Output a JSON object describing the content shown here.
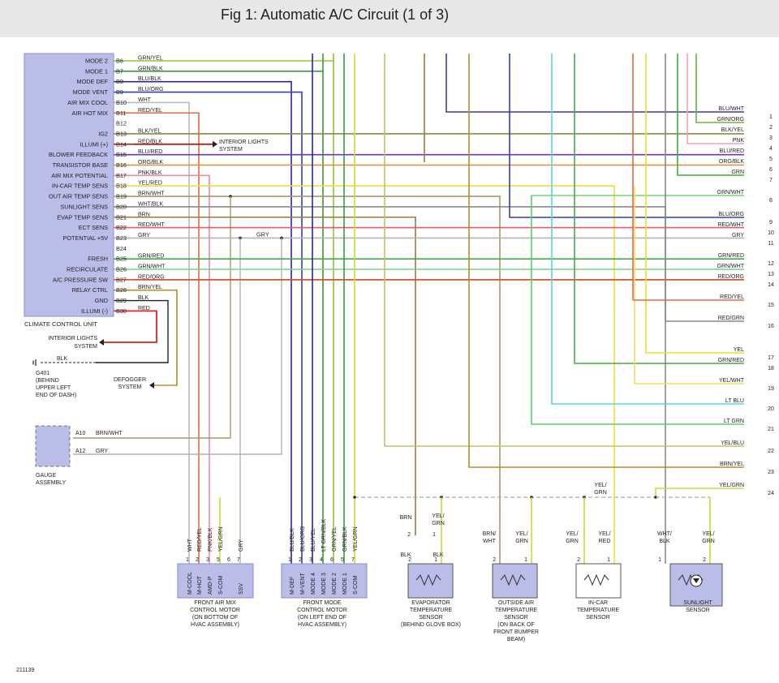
{
  "title": "Fig 1: Automatic A/C Circuit (1 of 3)",
  "figure_id": "211139",
  "colors": {
    "GRN/YEL": "#88c832",
    "GRN/BLK": "#3a9a3a",
    "BLU/BLK": "#27279a",
    "BLU/ORG": "#2f3fc0",
    "WHT": "#bbbbbb",
    "RED/YEL": "#e06a3c",
    "BLK/YEL": "#8a8a4a",
    "RED/BLK": "#b32222",
    "BLU/RED": "#6a3ab0",
    "ORG/BLK": "#e08a3a",
    "PNK/BLK": "#e58cac",
    "YEL/RED": "#f2d94a",
    "BRN/WHT": "#a89a6a",
    "WHT/BLK": "#8a8a8a",
    "BRN": "#9a7a3a",
    "RED/WHT": "#e85a6a",
    "GRY": "#b4b4b4",
    "GRN/RED": "#4aa84a",
    "GRN/WHT": "#7ad07a",
    "RED/ORG": "#e0502a",
    "BRN/YEL": "#b2922a",
    "BLK": "#222222",
    "RED": "#dd2222",
    "YEL": "#eedd22",
    "BLU/WHT": "#3a3aa8",
    "GRN/ORG": "#6ab83a",
    "PNK": "#f2a0c0",
    "GRN": "#3ab03a",
    "YEL/WHT": "#eee060",
    "LT BLU": "#5ad6dc",
    "LT GRN": "#5ad06a",
    "YEL/BLU": "#c8c060",
    "YEL/GRN": "#c8dc3a",
    "LT GRN/BLK": "#3aaa3a",
    "GRN/BLK2": "#3a8a3a"
  },
  "ccu": {
    "label": "CLIMATE CONTROL UNIT",
    "pins": [
      {
        "name": "MODE 2",
        "pin": "B6",
        "wire": "GRN/YEL"
      },
      {
        "name": "MODE 1",
        "pin": "B7",
        "wire": "GRN/BLK"
      },
      {
        "name": "MODE DEF",
        "pin": "B8",
        "wire": "BLU/BLK"
      },
      {
        "name": "MODE VENT",
        "pin": "B9",
        "wire": "BLU/ORG"
      },
      {
        "name": "AIR MIX COOL",
        "pin": "B10",
        "wire": "WHT"
      },
      {
        "name": "AIR HOT MIX",
        "pin": "B11",
        "wire": "RED/YEL"
      },
      {
        "name": "",
        "pin": "B12",
        "wire": ""
      },
      {
        "name": "IG2",
        "pin": "B13",
        "wire": "BLK/YEL"
      },
      {
        "name": "ILLUMI (+)",
        "pin": "B14",
        "wire": "RED/BLK"
      },
      {
        "name": "BLOWER FEEDBACK",
        "pin": "B15",
        "wire": "BLU/RED"
      },
      {
        "name": "TRANSISTOR BASE",
        "pin": "B16",
        "wire": "ORG/BLK"
      },
      {
        "name": "AIR MIX POTENTIAL",
        "pin": "B17",
        "wire": "PNK/BLK"
      },
      {
        "name": "IN-CAR TEMP SENS",
        "pin": "B18",
        "wire": "YEL/RED"
      },
      {
        "name": "OUT AIR TEMP SENS",
        "pin": "B19",
        "wire": "BRN/WHT"
      },
      {
        "name": "SUNLIGHT SENS",
        "pin": "B20",
        "wire": "WHT/BLK"
      },
      {
        "name": "EVAP TEMP SENS",
        "pin": "B21",
        "wire": "BRN"
      },
      {
        "name": "ECT SENS",
        "pin": "B22",
        "wire": "RED/WHT"
      },
      {
        "name": "POTENTIAL +5V",
        "pin": "B23",
        "wire": "GRY"
      },
      {
        "name": "",
        "pin": "B24",
        "wire": ""
      },
      {
        "name": "FRESH",
        "pin": "B25",
        "wire": "GRN/RED"
      },
      {
        "name": "RECIRCULATE",
        "pin": "B26",
        "wire": "GRN/WHT"
      },
      {
        "name": "A/C PRESSURE SW",
        "pin": "B27",
        "wire": "RED/ORG"
      },
      {
        "name": "RELAY CTRL",
        "pin": "B28",
        "wire": "BRN/YEL"
      },
      {
        "name": "GND",
        "pin": "B29",
        "wire": "BLK"
      },
      {
        "name": "ILLUMI (-)",
        "pin": "B30",
        "wire": "RED"
      }
    ]
  },
  "right_terminals": [
    {
      "num": "1",
      "wire": "BLU/WHT"
    },
    {
      "num": "2",
      "wire": "GRN/ORG"
    },
    {
      "num": "3",
      "wire": "BLK/YEL"
    },
    {
      "num": "4",
      "wire": "PNK"
    },
    {
      "num": "5",
      "wire": "BLU/RED"
    },
    {
      "num": "6",
      "wire": "ORG/BLK"
    },
    {
      "num": "7",
      "wire": "GRN"
    },
    {
      "num": "8",
      "wire": "GRN/WHT"
    },
    {
      "num": "9",
      "wire": "BLU/ORG"
    },
    {
      "num": "10",
      "wire": "RED/WHT"
    },
    {
      "num": "11",
      "wire": "GRY"
    },
    {
      "num": "12",
      "wire": "GRN/RED"
    },
    {
      "num": "13",
      "wire": "GRN/WHT"
    },
    {
      "num": "14",
      "wire": "RED/ORG"
    },
    {
      "num": "15",
      "wire": "RED/YEL"
    },
    {
      "num": "16",
      "wire": "RED/GRN"
    },
    {
      "num": "17",
      "wire": "YEL"
    },
    {
      "num": "18",
      "wire": "GRN/RED"
    },
    {
      "num": "19",
      "wire": "YEL/WHT"
    },
    {
      "num": "20",
      "wire": "LT BLU"
    },
    {
      "num": "21",
      "wire": "LT GRN"
    },
    {
      "num": "22",
      "wire": "YEL/BLU"
    },
    {
      "num": "23",
      "wire": "BRN/YEL"
    },
    {
      "num": "24",
      "wire": "YEL/GRN"
    }
  ],
  "labels": {
    "interior_lights_1": [
      "INTERIOR LIGHTS",
      "SYSTEM"
    ],
    "interior_lights_2": [
      "INTERIOR LIGHTS",
      "SYSTEM"
    ],
    "ground": [
      "G401",
      "(BEHIND",
      "UPPER LEFT",
      "END OF DASH)"
    ],
    "ground_wire": "BLK",
    "defogger": [
      "DEFOGGER",
      "SYSTEM"
    ],
    "gry_label": "GRY",
    "gauge": [
      "GAUGE",
      "ASSEMBLY"
    ],
    "gauge_pins": [
      {
        "pin": "A10",
        "wire": "BRN/WHT"
      },
      {
        "pin": "A12",
        "wire": "GRY"
      }
    ]
  },
  "air_mix_motor": {
    "wires": [
      "WHT",
      "RED/YEL",
      "PNK/BLK",
      "YEL/GRN",
      "",
      "GRY"
    ],
    "pins": [
      "1",
      "2",
      "3",
      "5",
      "6",
      "7"
    ],
    "terms": [
      "M-COOL",
      "M-HOT",
      "AMD-P",
      "S-COM",
      "",
      "SSV"
    ],
    "label": [
      "FRONT AIR MIX",
      "CONTROL MOTOR",
      "(ON BOTTOM OF",
      "HVAC ASSEMBLY)"
    ]
  },
  "mode_motor": {
    "wires": [
      "BLU/BLK",
      "BLU/ORG",
      "BLU/YEL",
      "LT GRN/BLK",
      "GRN/YEL",
      "GRN/BLK",
      "YEL/GRN"
    ],
    "pins": [
      "1",
      "2",
      "3",
      "4",
      "6",
      "5",
      "7"
    ],
    "terms": [
      "M-DEF",
      "M-VENT",
      "MODE 4",
      "MODE 3",
      "MODE 2",
      "MODE 1",
      "S-COM"
    ],
    "label": [
      "FRONT MODE",
      "CONTROL MOTOR",
      "(ON LEFT END OF",
      "HVAC ASSEMBLY)"
    ]
  },
  "sensors": [
    {
      "wire_left": "BRN",
      "wire_right": "YEL/GRN",
      "wire_left_bottom": "BLK",
      "wire_right_bottom": "BLK",
      "pin_left": "2",
      "pin_right": "1",
      "label": [
        "EVAPORATOR",
        "TEMPERATURE",
        "SENSOR",
        "(BEHIND GLOVE BOX)"
      ]
    },
    {
      "wire_left": "BRN/WHT",
      "wire_right": "YEL/GRN",
      "pin_left": "2",
      "pin_right": "1",
      "label": [
        "OUTSIDE AIR",
        "TEMPERATURE",
        "SENSOR",
        "(ON BACK OF",
        "FRONT BUMPER",
        "BEAM)"
      ]
    },
    {
      "wire_left": "YEL/GRN",
      "wire_right": "YEL/RED",
      "pin_left": "2",
      "pin_right": "1",
      "label": [
        "IN-CAR",
        "TEMPERATURE",
        "SENSOR"
      ]
    },
    {
      "wire_left": "WHT/BLK",
      "wire_right": "YEL/GRN",
      "pin_left": "1",
      "pin_right": "2",
      "label": [
        "SUNLIGHT",
        "SENSOR"
      ]
    }
  ],
  "yel_grn_bus_label": "YEL/GRN"
}
